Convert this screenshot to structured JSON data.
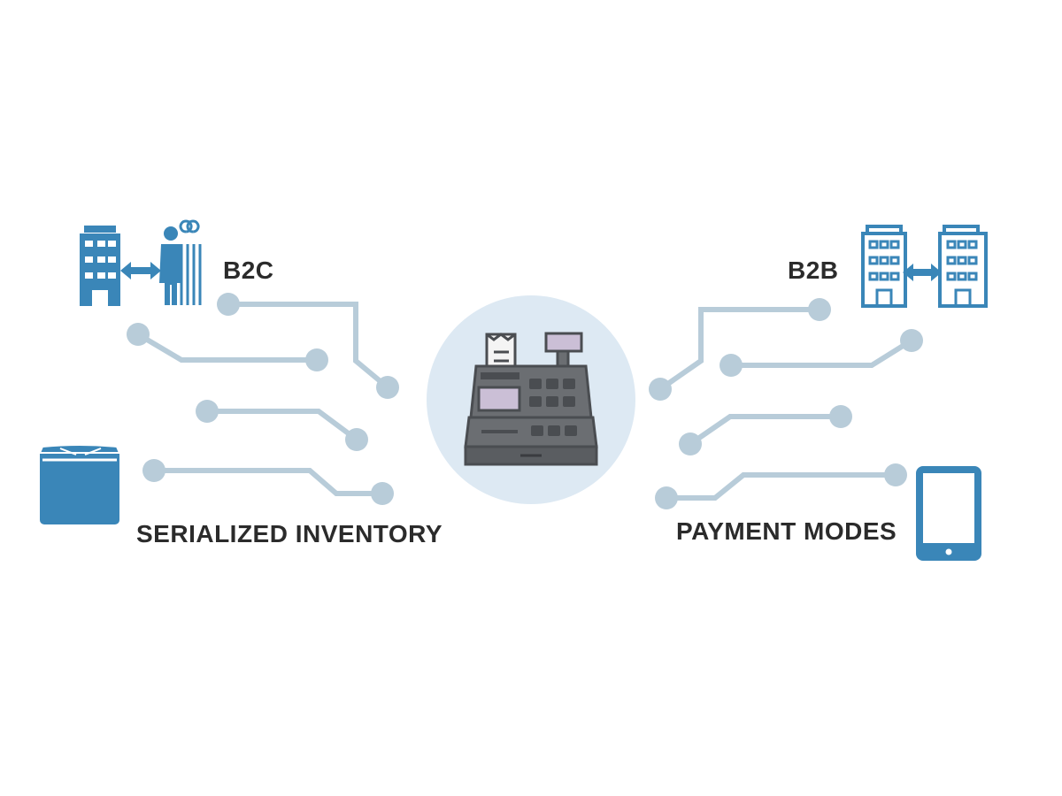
{
  "labels": {
    "b2c": "B2C",
    "b2b": "B2B",
    "serialized_inventory": "SERIALIZED INVENTORY",
    "payment_modes": "PAYMENT MODES"
  },
  "colors": {
    "icon_blue": "#3a86b8",
    "connector": "#b8ccd9",
    "hub_circle": "#dde9f3",
    "text": "#2b2b2b",
    "register_body": "#6b6e72",
    "register_dark": "#4a4d51",
    "register_screen": "#cbbfd6"
  },
  "icons": {
    "b2c": "building-to-people-icon",
    "b2b": "building-to-building-icon",
    "inventory": "box-icon",
    "payment": "tablet-icon",
    "hub": "cash-register-icon"
  }
}
